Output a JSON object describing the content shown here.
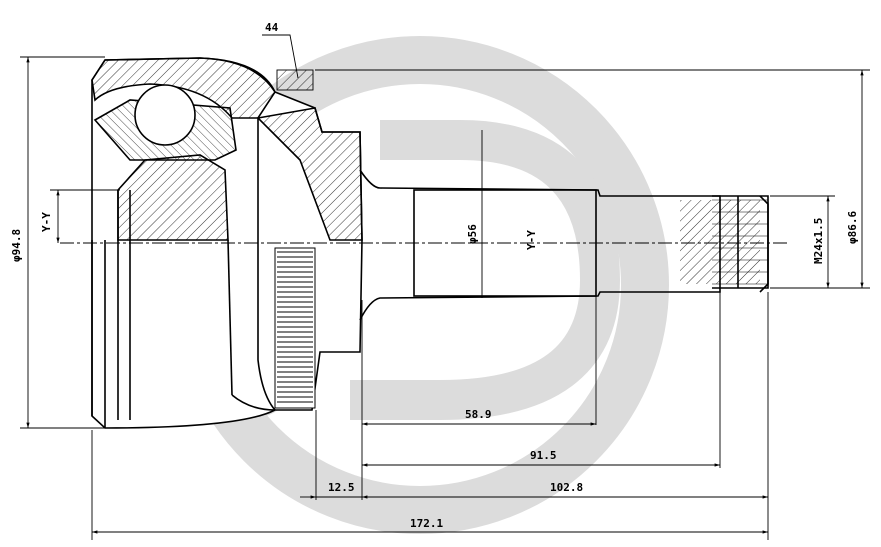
{
  "drawing": {
    "watermark_text": "JD",
    "colors": {
      "line": "#000000",
      "watermark": "#d9d9d9",
      "background": "#ffffff"
    },
    "labels": {
      "dim_44": "44",
      "dim_94_8": "φ94.8",
      "dim_86_6": "φ86.6",
      "dim_56": "φ56",
      "dim_m24": "M24x1.5",
      "dim_58_9": "58.9",
      "dim_91_5": "91.5",
      "dim_12_5": "12.5",
      "dim_102_8": "102.8",
      "dim_172_1": "172.1",
      "axis_left": "Y-Y",
      "axis_shaft": "Y-Y"
    }
  }
}
